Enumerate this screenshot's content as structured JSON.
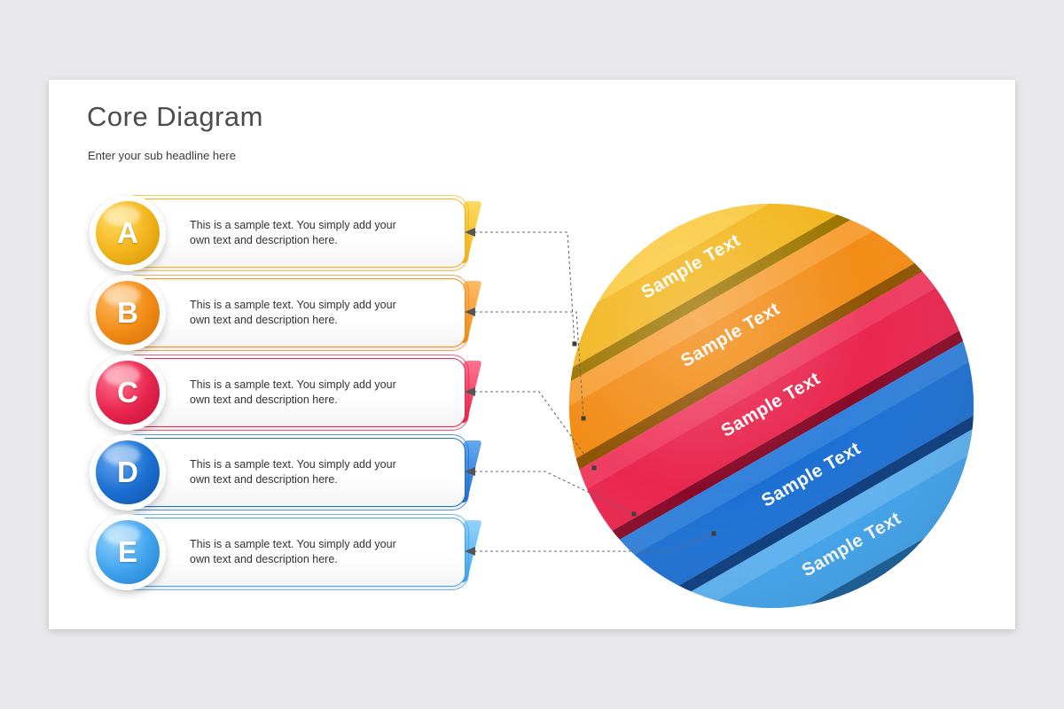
{
  "slide": {
    "title": "Core Diagram",
    "subtitle": "Enter your sub headline here"
  },
  "items": [
    {
      "letter": "A",
      "text": "This is a sample text. You simply add your own text and description here.",
      "sphere_label": "Sample Text",
      "color": "#F2B51D",
      "light": "#FFDA5E",
      "dark": "#D18F00",
      "edge": "#9C7500"
    },
    {
      "letter": "B",
      "text": "This is a sample text. You simply add your own text and description here.",
      "sphere_label": "Sample Text",
      "color": "#F28C16",
      "light": "#FFBB66",
      "dark": "#CE6E04",
      "edge": "#8F5403"
    },
    {
      "letter": "C",
      "text": "This is a sample text. You simply add your own text and description here.",
      "sphere_label": "Sample Text",
      "color": "#E9264E",
      "light": "#FF7490",
      "dark": "#BC0E37",
      "edge": "#870B29"
    },
    {
      "letter": "D",
      "text": "This is a sample text. You simply add your own text and description here.",
      "sphere_label": "Sample Text",
      "color": "#1C70D3",
      "light": "#66A8EF",
      "dark": "#0F4FA6",
      "edge": "#0B3B7E"
    },
    {
      "letter": "E",
      "text": "This is a sample text. You simply add your own text and description here.",
      "sphere_label": "Sample Text",
      "color": "#41A4EE",
      "light": "#93D2FB",
      "dark": "#1E7CC8",
      "edge": "#175F99"
    }
  ]
}
